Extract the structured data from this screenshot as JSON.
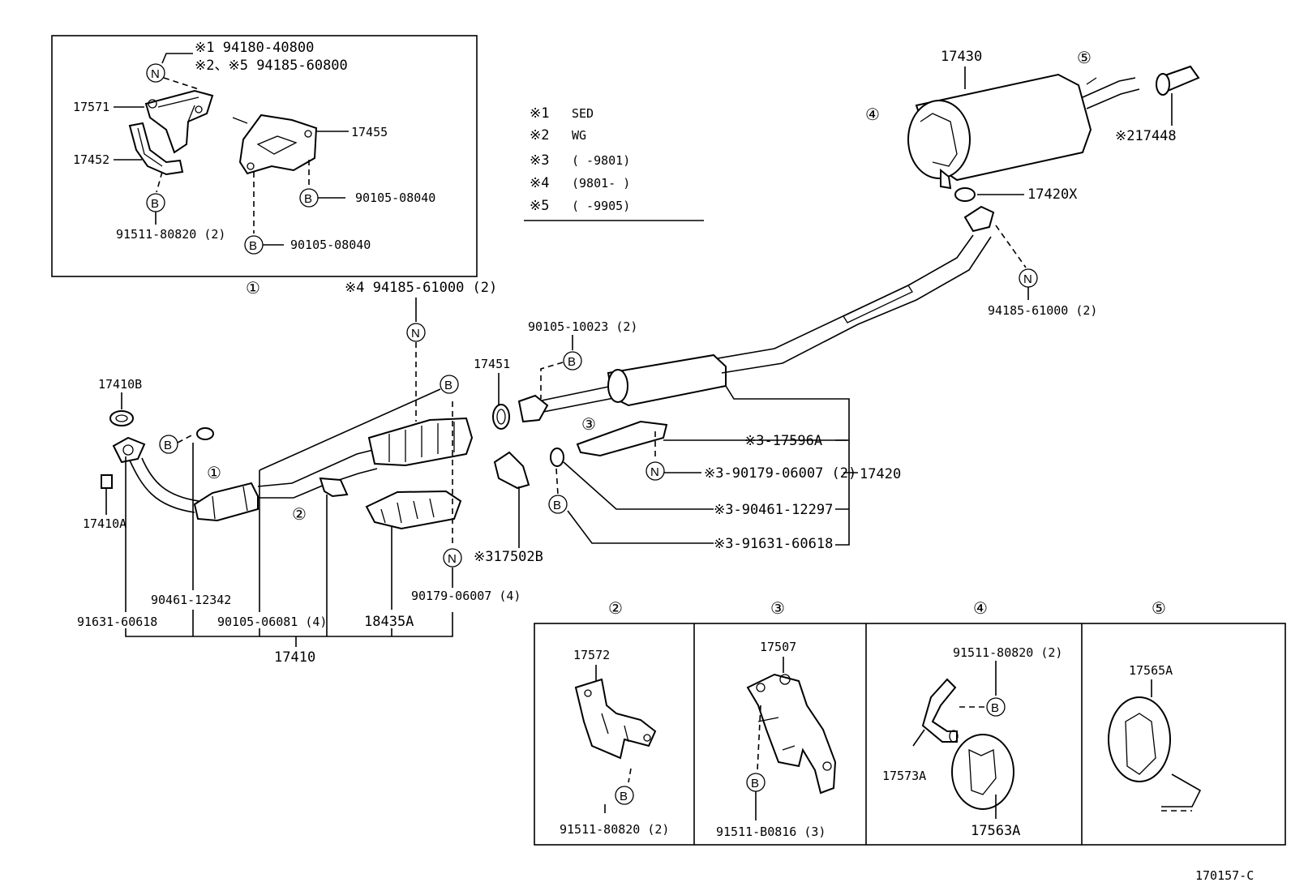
{
  "inset1": {
    "note1": "※1 94180-40800",
    "note2": "※2、※5 94185-60800",
    "n_tag": "N",
    "p17571": "17571",
    "p17452": "17452",
    "p17455": "17455",
    "b_tag": "B",
    "p91511": "91511-80820 (2)",
    "p90105a": "90105-08040",
    "p90105b": "90105-08040",
    "callout": "①"
  },
  "legend": {
    "rows": [
      {
        "mark": "※1",
        "text": "SED"
      },
      {
        "mark": "※2",
        "text": "WG"
      },
      {
        "mark": "※3",
        "text": "(      -9801)"
      },
      {
        "mark": "※4",
        "text": "(9801-     )"
      },
      {
        "mark": "※5",
        "text": "(      -9905)"
      }
    ]
  },
  "main": {
    "p17410B": "17410B",
    "p17410A": "17410A",
    "p91631a": "91631-60618",
    "p90461a": "90461-12342",
    "p90105_06081": "90105-06081 (4)",
    "p18435A": "18435A",
    "p90179a": "90179-06007 (4)",
    "p17410": "17410",
    "p94185_top": "※4 94185-61000 (2)",
    "p17451": "17451",
    "p90105_10023": "90105-10023 (2)",
    "p17502B": "※317502B",
    "p17596A": "※3-17596A",
    "p90179b": "※3-90179-06007 (2)",
    "p90461b": "※3-90461-12297",
    "p91631b": "※3-91631-60618",
    "p17420": "17420",
    "p17430": "17430",
    "p17448": "※217448",
    "p17420X": "17420X",
    "p94185_right": "94185-61000 (2)",
    "c1": "①",
    "c2": "②",
    "c3": "③",
    "c4": "④",
    "c5": "⑤",
    "n_tag": "N",
    "b_tag": "B"
  },
  "details": {
    "h2": "②",
    "h3": "③",
    "h4": "④",
    "h5": "⑤",
    "d2_part": "17572",
    "d2_bolt": "91511-80820 (2)",
    "d3_part": "17507",
    "d3_bolt": "91511-B0816 (3)",
    "d4_bolt": "91511-80820 (2)",
    "d4_part1": "17573A",
    "d4_part2": "17563A",
    "d5_part": "17565A",
    "b_tag": "B"
  },
  "footer": {
    "code": "170157-C"
  }
}
